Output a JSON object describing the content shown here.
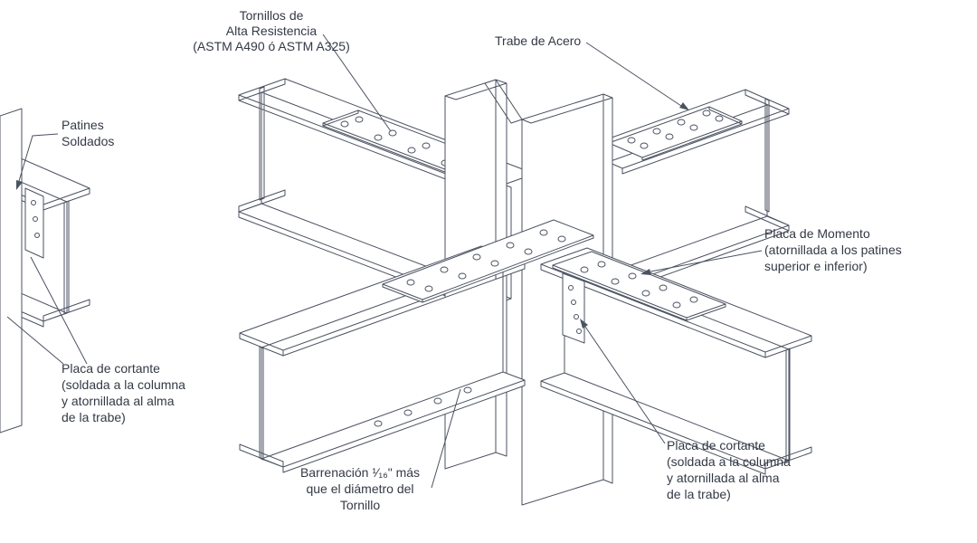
{
  "figure": {
    "description": "Isometric detail of a bolted steel moment connection at a column",
    "line_color": "#4b5260",
    "text_color": "#333945",
    "background_color": "#ffffff"
  },
  "labels": {
    "tornillos": {
      "lines": [
        "Tornillos de",
        "Alta Resistencia",
        "(ASTM A490 ó ASTM A325)"
      ]
    },
    "trabe": {
      "text": "Trabe de Acero"
    },
    "patines": {
      "lines": [
        "Patines",
        "Soldados"
      ]
    },
    "momento": {
      "lines": [
        "Placa de Momento",
        "(atornillada a los patines",
        "superior e inferior)"
      ]
    },
    "cortante_izq": {
      "lines": [
        "Placa de cortante",
        "(soldada a la columna",
        "y atornillada al alma",
        "de la trabe)"
      ]
    },
    "barrenacion": {
      "lines": [
        "Barrenación ¹⁄₁₆\" más",
        "que el diámetro del",
        "Tornillo"
      ]
    },
    "cortante_der": {
      "lines": [
        "Placa de cortante",
        "(soldada a la columna",
        "y atornillada al alma",
        "de la trabe)"
      ]
    }
  }
}
